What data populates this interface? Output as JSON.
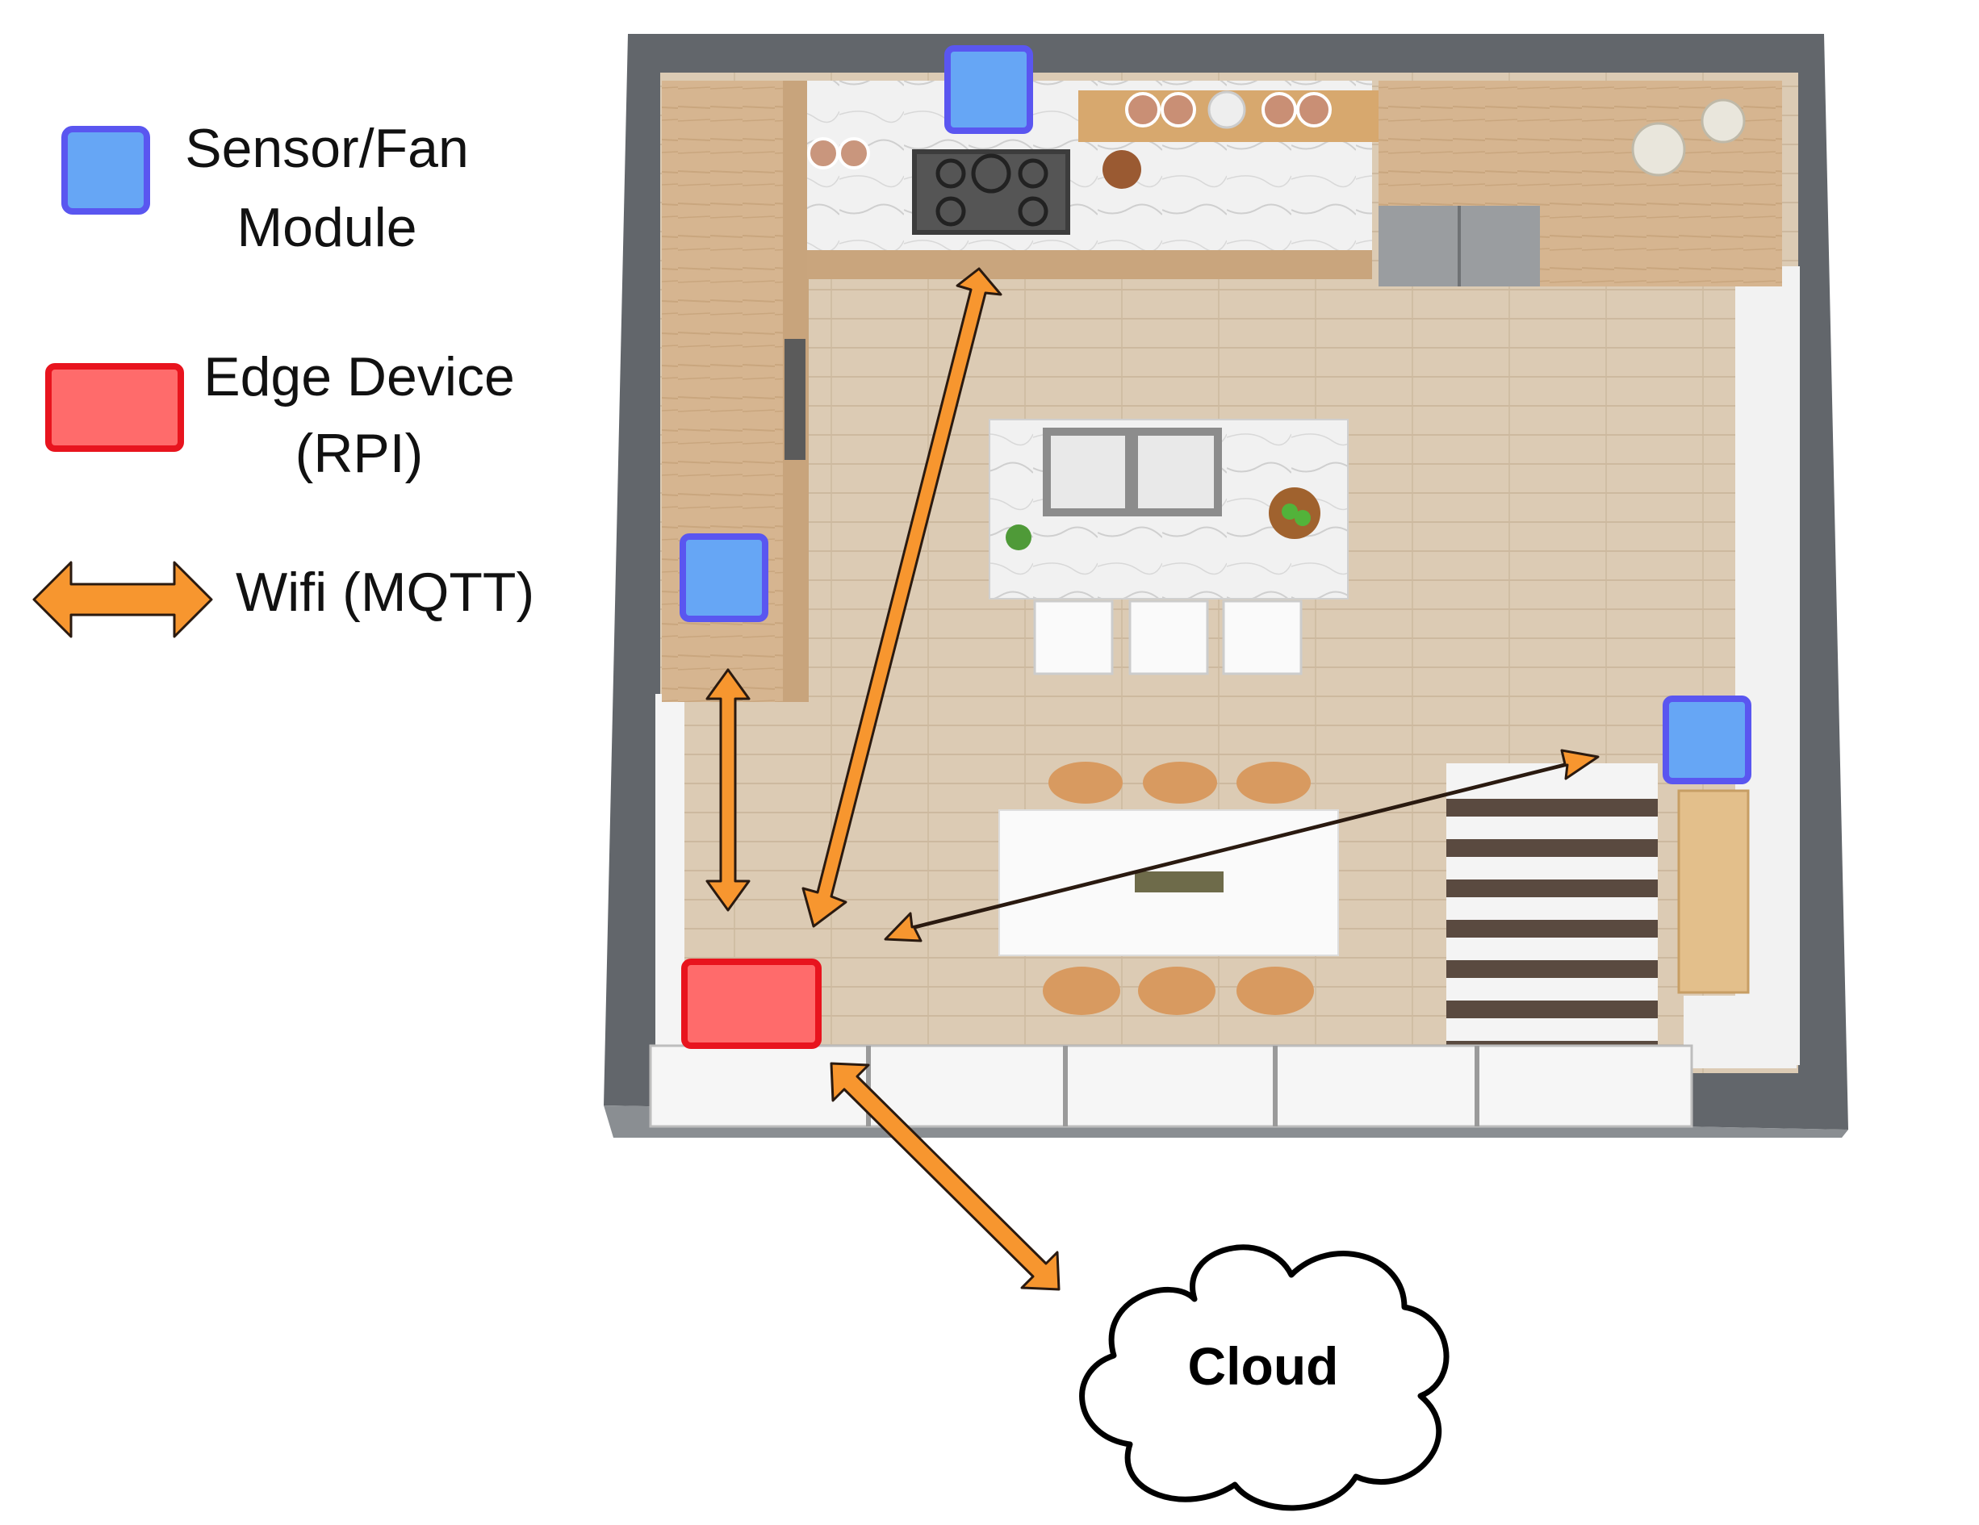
{
  "legend": {
    "sensor_line1": "Sensor/Fan",
    "sensor_line2": "Module",
    "edge_line1": "Edge Device",
    "edge_line2": "(RPI)",
    "wifi_label": "Wifi (MQTT)"
  },
  "cloud": {
    "label": "Cloud"
  },
  "colors": {
    "sensor_fill": "#66a6f5",
    "sensor_stroke": "#5a56f0",
    "edge_fill": "#ff6b6b",
    "edge_stroke": "#e8141e",
    "arrow_fill": "#f7962f",
    "arrow_stroke": "#2a1a10",
    "wall": "#62666b",
    "floor": "#dccbb4",
    "cabinet": "#d8b894",
    "counter": "#efefef"
  },
  "icons": [
    "sensor-module-icon",
    "edge-device-icon",
    "wifi-arrow-icon",
    "cloud-icon"
  ]
}
